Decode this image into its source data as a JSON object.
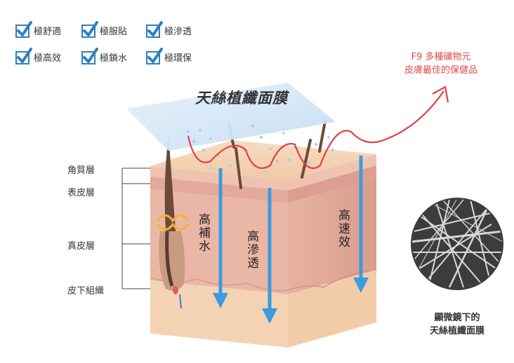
{
  "checklist": [
    {
      "label": "極舒適"
    },
    {
      "label": "極服貼"
    },
    {
      "label": "極滲透"
    },
    {
      "label": "極高效"
    },
    {
      "label": "極鎖水"
    },
    {
      "label": "極環保"
    }
  ],
  "mask_title": "天絲植纖面膜",
  "f9_note": {
    "line1": "F9 多種礦物元",
    "line2": "皮膚最佳的保健品"
  },
  "layers": {
    "stratum_corneum": "角質層",
    "epidermis": "表皮層",
    "dermis": "真皮層",
    "subcutaneous": "皮下組織"
  },
  "arrows": {
    "hydration": "高補水",
    "penetration": "高滲透",
    "efficacy": "高速效"
  },
  "microscope_caption": {
    "line1": "顯微鏡下的",
    "line2": "天絲植纖面膜"
  },
  "colors": {
    "check": "#2f7fc1",
    "arrow": "#3a9be0",
    "curve": "#e0404a",
    "mask": "#cfe3f4"
  }
}
